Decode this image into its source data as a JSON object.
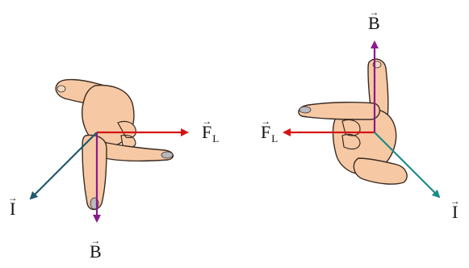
{
  "colors": {
    "force": "#d41414",
    "field": "#8b1a8b",
    "current_left": "#1f5a6e",
    "current_right": "#1c8a8a",
    "skin": "#f6c9a4",
    "skin_shadow": "#e8ad84",
    "outline": "#3a2a22",
    "nail": "#b8b8c0"
  },
  "left_figure": {
    "force_label": {
      "letter": "F",
      "subscript": "L"
    },
    "current_label": {
      "letter": "I"
    },
    "field_label": {
      "letter": "B"
    }
  },
  "right_figure": {
    "force_label": {
      "letter": "F",
      "subscript": "L"
    },
    "current_label": {
      "letter": "I"
    },
    "field_label": {
      "letter": "B"
    }
  },
  "icons": {
    "vector_arrow": "right-arrow-glyph"
  }
}
